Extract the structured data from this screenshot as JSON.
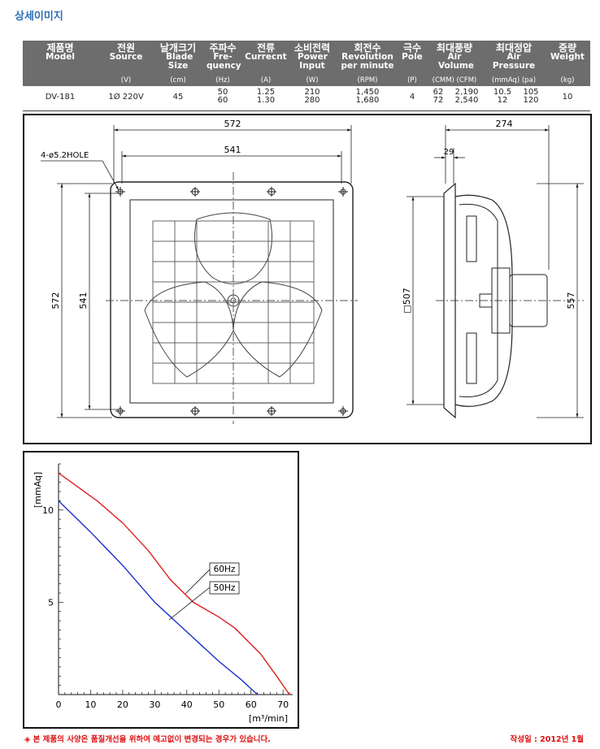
{
  "page": {
    "title": "상세이미지"
  },
  "spec_table": {
    "headers": [
      {
        "ko": "제품명",
        "en": "Model",
        "unit": ""
      },
      {
        "ko": "전원",
        "en": "Source",
        "unit": "(V)"
      },
      {
        "ko": "날개크기",
        "en": "Blade Size",
        "unit": "(cm)"
      },
      {
        "ko": "주파수",
        "en": "Fre- quency",
        "unit": "(Hz)"
      },
      {
        "ko": "전류",
        "en": "Currecnt",
        "unit": "(A)"
      },
      {
        "ko": "소비전력",
        "en": "Power Input",
        "unit": "(W)"
      },
      {
        "ko": "회전수",
        "en": "Revolution per minute",
        "unit": "(RPM)"
      },
      {
        "ko": "극수",
        "en": "Pole",
        "unit": "(P)"
      },
      {
        "ko": "최대풍량",
        "en": "Air Volume",
        "unit": "(CMM) (CFM)"
      },
      {
        "ko": "최대정압",
        "en": "Air Pressure",
        "unit": "(mmAq) (pa)"
      },
      {
        "ko": "중량",
        "en": "Weight",
        "unit": "(kg)"
      }
    ],
    "row": {
      "model": "DV-181",
      "source": "1Ø 220V",
      "blade": "45",
      "freq": [
        "50",
        "60"
      ],
      "current": [
        "1.25",
        "1.30"
      ],
      "power": [
        "210",
        "280"
      ],
      "rpm": [
        "1,450",
        "1,680"
      ],
      "pole": "4",
      "air_cmm": [
        "62",
        "72"
      ],
      "air_cfm": [
        "2,190",
        "2,540"
      ],
      "press_mmaq": [
        "10.5",
        "12"
      ],
      "press_pa": [
        "105",
        "120"
      ],
      "weight": "10"
    }
  },
  "front_view": {
    "dim_width_outer": "572",
    "dim_width_inner": "541",
    "dim_height_outer": "572",
    "dim_height_inner": "541",
    "hole_label": "4-ø5.2HOLE"
  },
  "side_view": {
    "dim_depth": "274",
    "dim_flange": "29",
    "dim_square": "□507",
    "dim_height": "557"
  },
  "chart_data": {
    "type": "line",
    "xlabel": "[m³/min]",
    "ylabel": "[mmAq]",
    "xlim": [
      0,
      73
    ],
    "ylim": [
      0,
      12.5
    ],
    "xticks": [
      "0",
      "10",
      "20",
      "30",
      "40",
      "50",
      "60",
      "70"
    ],
    "yticks": [
      "5",
      "10"
    ],
    "grid": false,
    "series": [
      {
        "name": "60Hz",
        "color": "#e02020",
        "x": [
          0,
          12,
          20,
          28,
          35,
          42,
          50,
          55,
          63,
          68,
          72
        ],
        "y": [
          12,
          10.5,
          9.3,
          7.8,
          6.2,
          5,
          4.2,
          3.6,
          2.2,
          1,
          0
        ]
      },
      {
        "name": "50Hz",
        "color": "#1a2fd0",
        "x": [
          0,
          10,
          20,
          30,
          35,
          40,
          45,
          50,
          57,
          62
        ],
        "y": [
          10.5,
          8.8,
          7,
          5,
          4.2,
          3.4,
          2.6,
          1.8,
          0.8,
          0
        ]
      }
    ]
  },
  "footer": {
    "note": "◈ 본 제품의 사양은 품질개선을 위하여 예고없이 변경되는 경우가 있습니다.",
    "date": "작성일 : 2012년 1월"
  }
}
